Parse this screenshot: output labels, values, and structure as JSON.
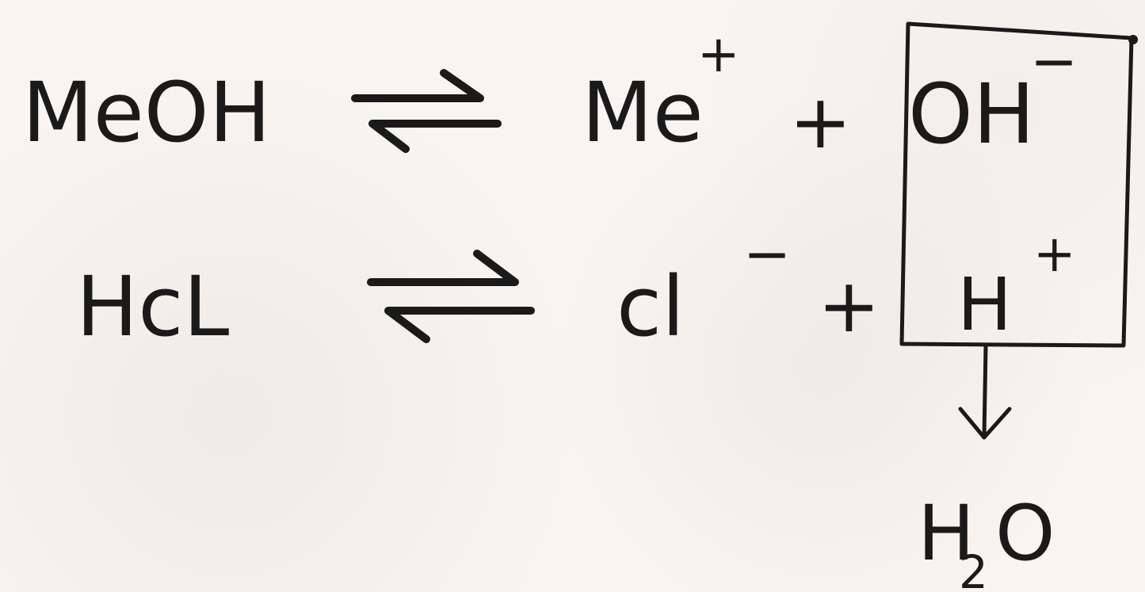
{
  "equations": [
    {
      "reactant": "MeOH",
      "cation": "Me",
      "cation_charge": "+",
      "plus_sign": "+",
      "anion": "OH",
      "anion_charge": "−"
    },
    {
      "reactant": "HcL",
      "anion": "cl",
      "anion_charge": "−",
      "plus_sign": "+",
      "cation": "H",
      "cation_charge": "+"
    }
  ],
  "product": {
    "element_a": "H",
    "subscript": "2",
    "element_b": "O"
  },
  "colors": {
    "ink": "#1a1a1a",
    "paper": "#f7f4f1"
  },
  "icons": {
    "equilibrium_arrow": "equilibrium-arrow-icon",
    "down_arrow": "down-arrow-icon"
  }
}
